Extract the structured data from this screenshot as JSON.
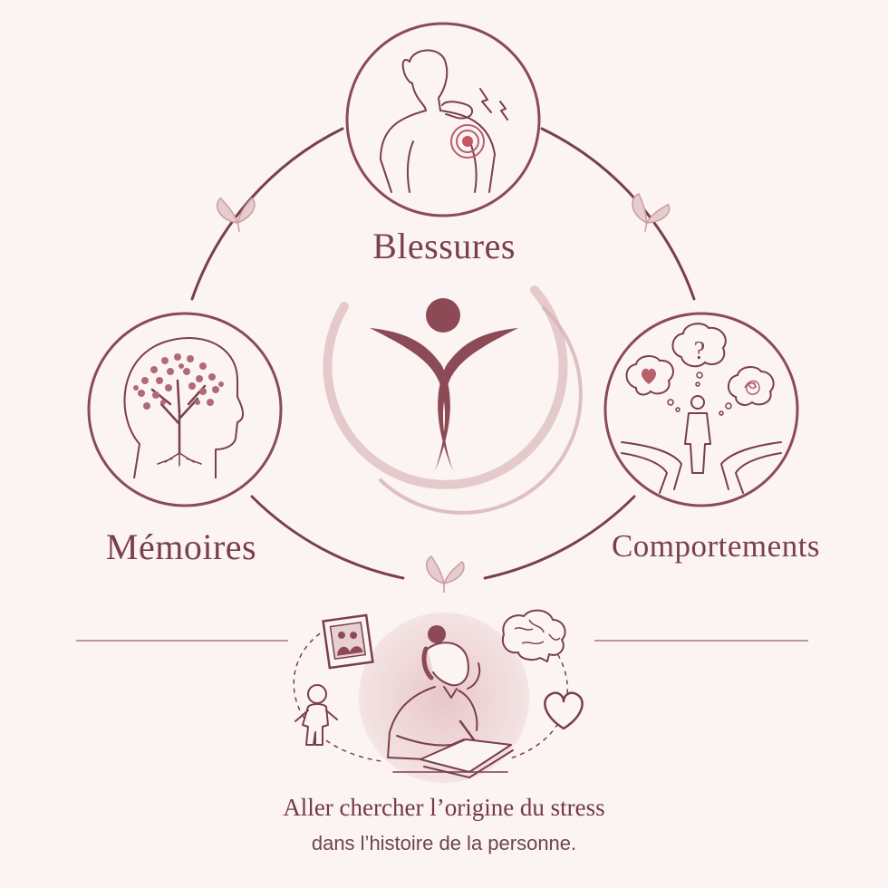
{
  "labels": {
    "top": "Blessures",
    "left": "Mémoires",
    "right": "Comportements"
  },
  "caption": {
    "main": "Aller chercher l’origine du stress",
    "sub": "dans l’histoire de la personne."
  },
  "right_icon": {
    "question_mark": "?"
  },
  "icons": [
    "back-pain-icon",
    "head-tree-icon",
    "crossroads-person-icon",
    "central-figure-logo",
    "leaf-sprig-icon",
    "woman-writing-journal-icon",
    "photo-frame-icon",
    "brain-icon",
    "child-icon",
    "heart-icon"
  ],
  "colors": {
    "background": "#fbf4f3",
    "primary": "#7a3f4c",
    "accent": "#8c4a56",
    "leaf": "#d9b3b6",
    "soft_circle": "#f2dfe0"
  }
}
